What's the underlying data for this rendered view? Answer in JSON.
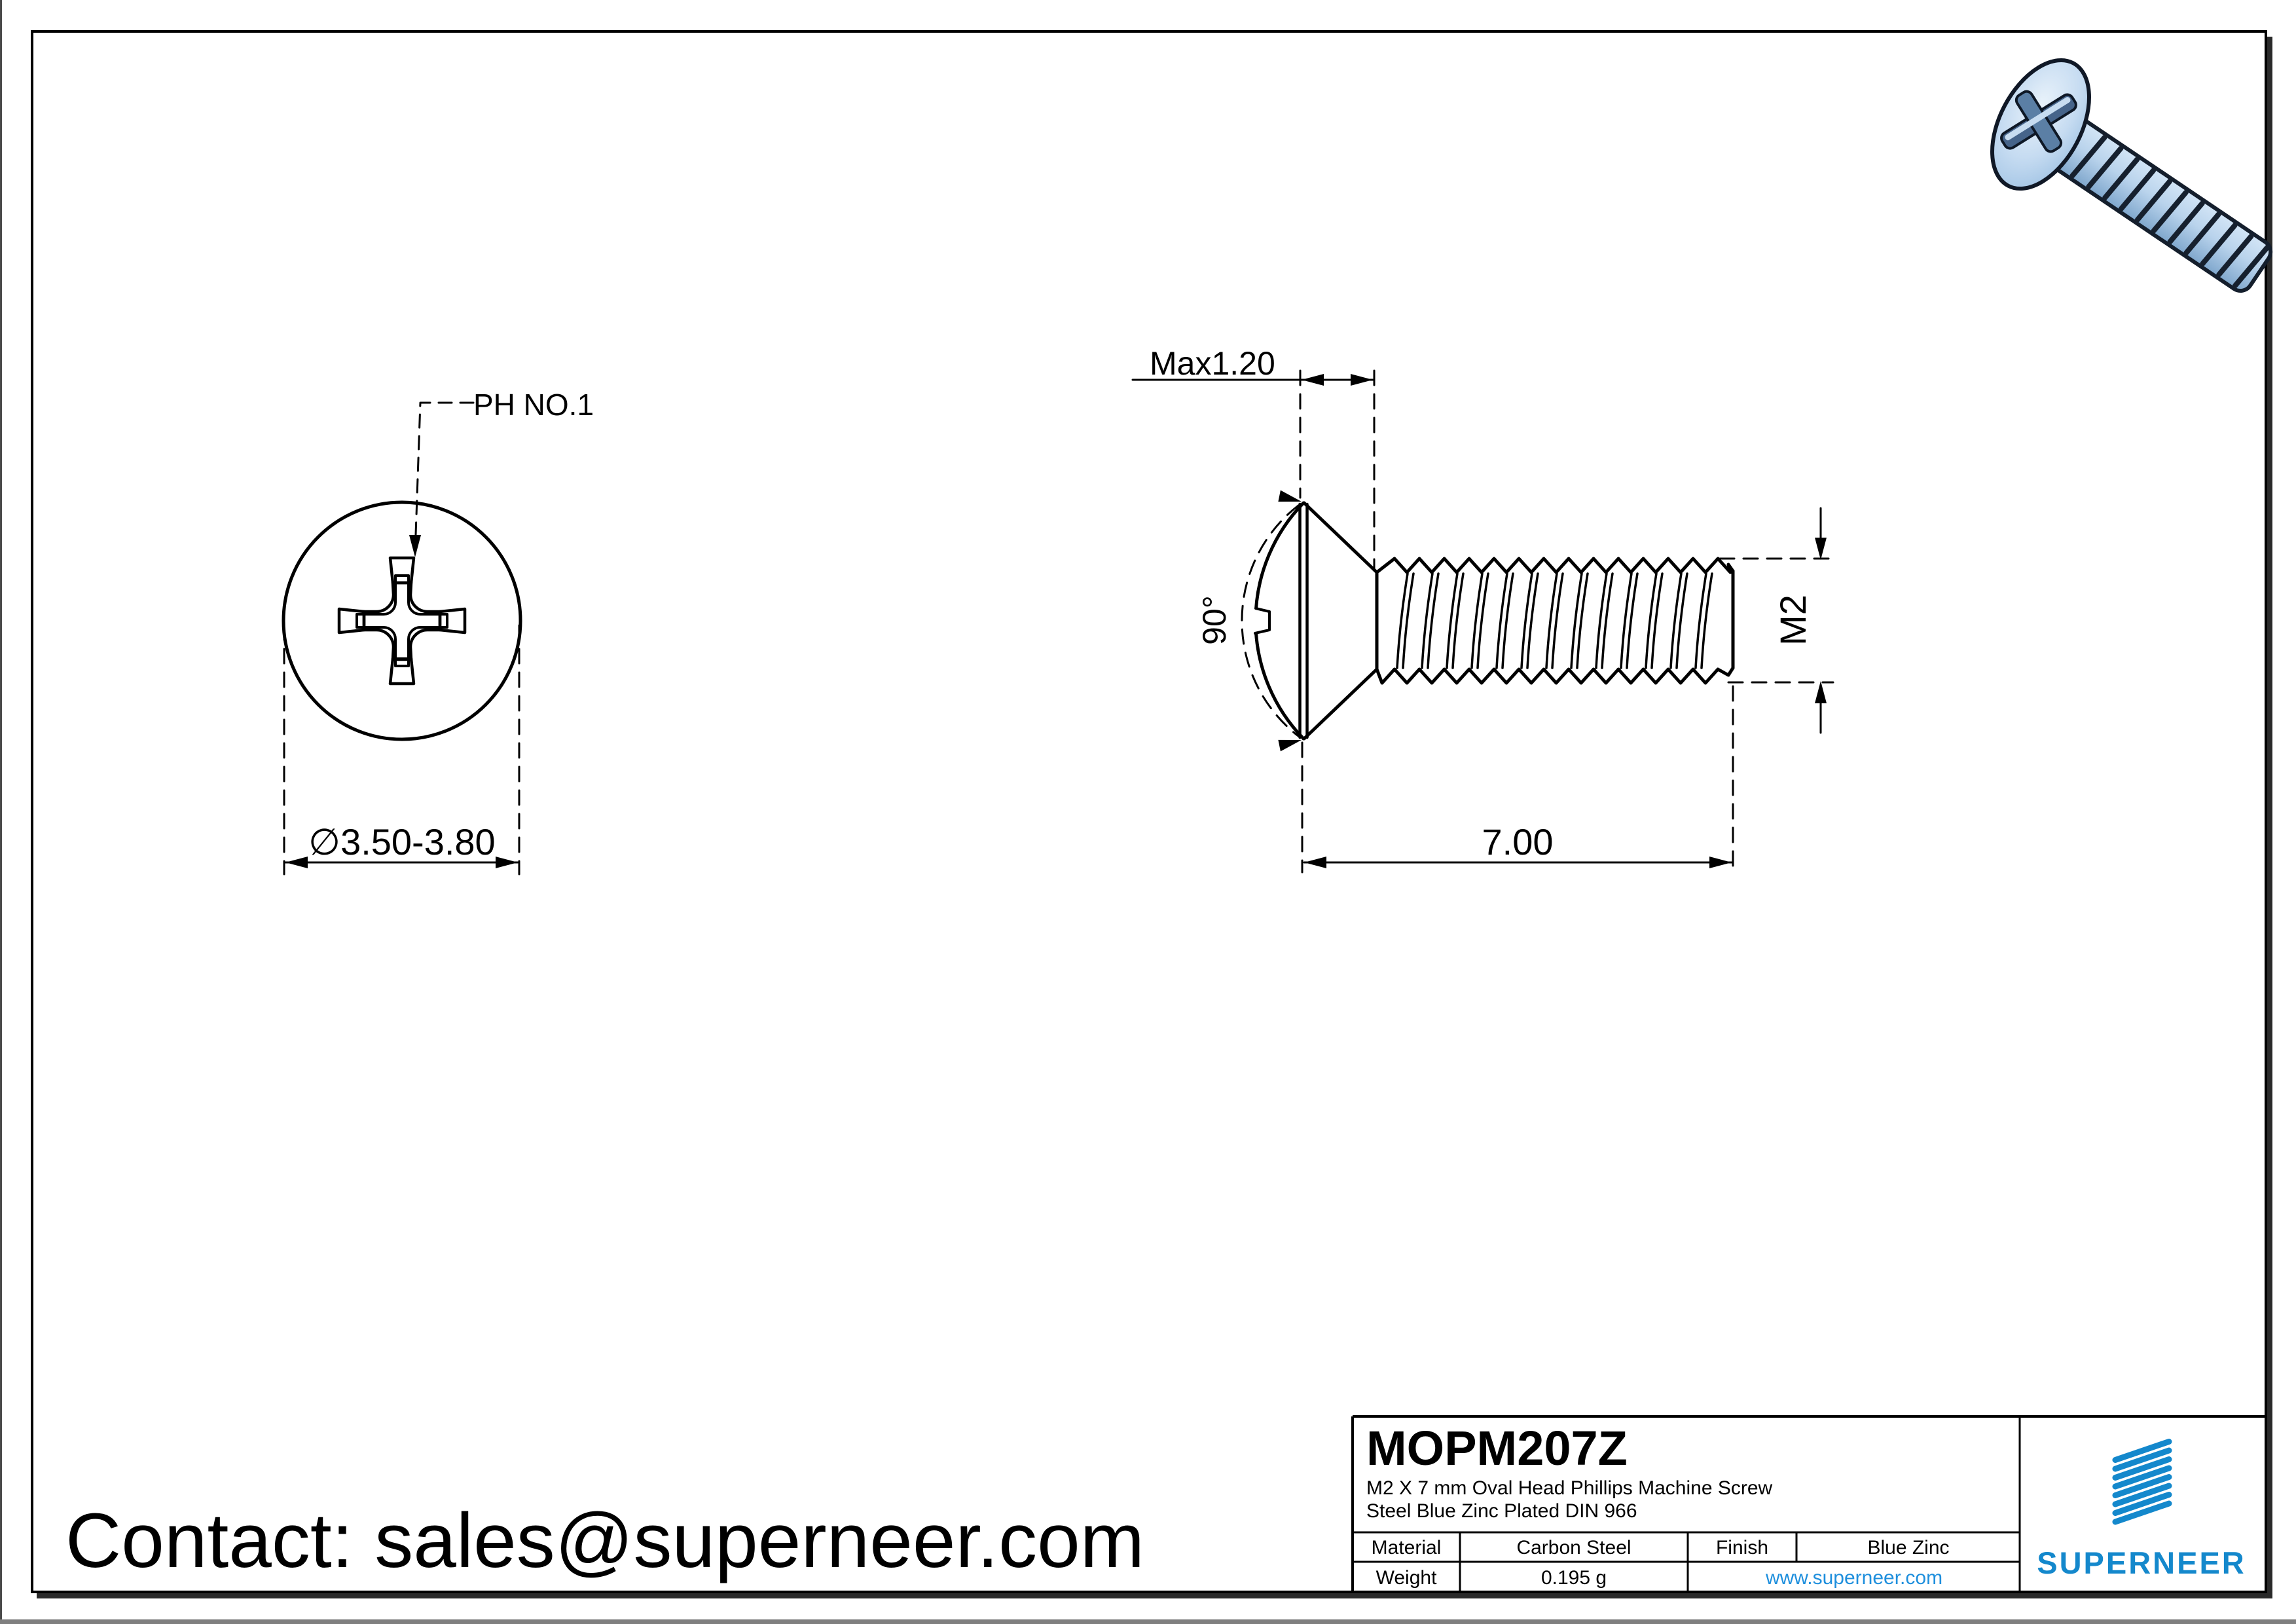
{
  "drawing": {
    "front_view": {
      "driver_label": "PH NO.1",
      "diameter_label": "∅3.50-3.80"
    },
    "side_view": {
      "head_height_label": "Max1.20",
      "angle_label": "90°",
      "thread_label": "M2",
      "length_label": "7.00"
    }
  },
  "contact": {
    "text": "Contact: sales@superneer.com"
  },
  "title_block": {
    "part_number": "MOPM207Z",
    "description_line1": "M2 X 7 mm  Oval Head Phillips Machine Screw",
    "description_line2": "Steel Blue Zinc Plated DIN 966",
    "material_label": "Material",
    "material_value": "Carbon Steel",
    "finish_label": "Finish",
    "finish_value": "Blue Zinc",
    "weight_label": "Weight",
    "weight_value": "0.195 g",
    "website": "www.superneer.com",
    "brand": "SUPERNEER"
  },
  "colors": {
    "line_black": "#000000",
    "brand_blue": "#1488cc",
    "link_blue": "#1e8fdd",
    "screw_body_light": "#dcebf8",
    "screw_body_mid": "#b9d3ec",
    "screw_body_dark": "#7ea6cc",
    "screw_outline": "#141e2c",
    "frame_shadow": "#2a2a2a",
    "bottom_bar": "#7f7f7f"
  }
}
